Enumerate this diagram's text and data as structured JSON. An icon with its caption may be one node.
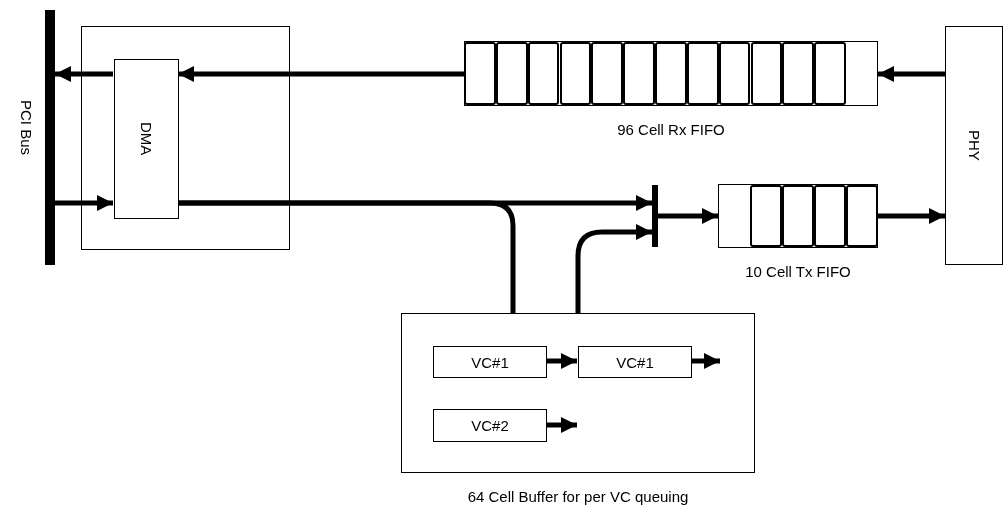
{
  "diagram": {
    "nodes": [
      {
        "text": [],
        "shape": "bar",
        "beside": [
          "PCI Bus"
        ]
      },
      {
        "text": [],
        "shape": "box"
      },
      {
        "text": [
          "DMA"
        ],
        "in": 1
      },
      {
        "text": [],
        "shape": "box",
        "beside": [
          "96 Cell Rx FIFO"
        ]
      },
      {
        "text": [
          "PHY"
        ]
      },
      {
        "text": [],
        "shape": "bar"
      },
      {
        "text": [],
        "shape": "box",
        "beside": [
          "10 Cell Tx FIFO"
        ]
      },
      {
        "text": [],
        "shape": "box",
        "beside": [
          "64 Cell Buffer for per VC queuing"
        ]
      },
      {
        "text": [
          "VC#1"
        ],
        "in": 7
      },
      {
        "text": [
          "VC#1"
        ],
        "in": 7
      },
      {
        "text": [
          "VC#2"
        ],
        "in": 7
      }
    ],
    "edges": [
      {
        "from": 4,
        "to": 3,
        "arrow": "to"
      },
      {
        "from": 3,
        "to": 2,
        "arrow": "to"
      },
      {
        "from": 2,
        "to": 0,
        "arrow": "to"
      },
      {
        "from": 0,
        "to": 2,
        "arrow": "to"
      },
      {
        "from": 2,
        "to": 5,
        "arrow": "to"
      },
      {
        "from": 5,
        "to": 6,
        "arrow": "to"
      },
      {
        "from": 6,
        "to": 4,
        "arrow": "to"
      },
      {
        "from": 2,
        "to": 7,
        "arrow": "none"
      },
      {
        "from": 7,
        "to": 5,
        "arrow": "to"
      },
      {
        "from": 8,
        "to": 9,
        "arrow": "to"
      },
      {
        "from": 9,
        "to": null,
        "arrow": "to"
      },
      {
        "from": 10,
        "to": null,
        "arrow": "to"
      }
    ]
  }
}
